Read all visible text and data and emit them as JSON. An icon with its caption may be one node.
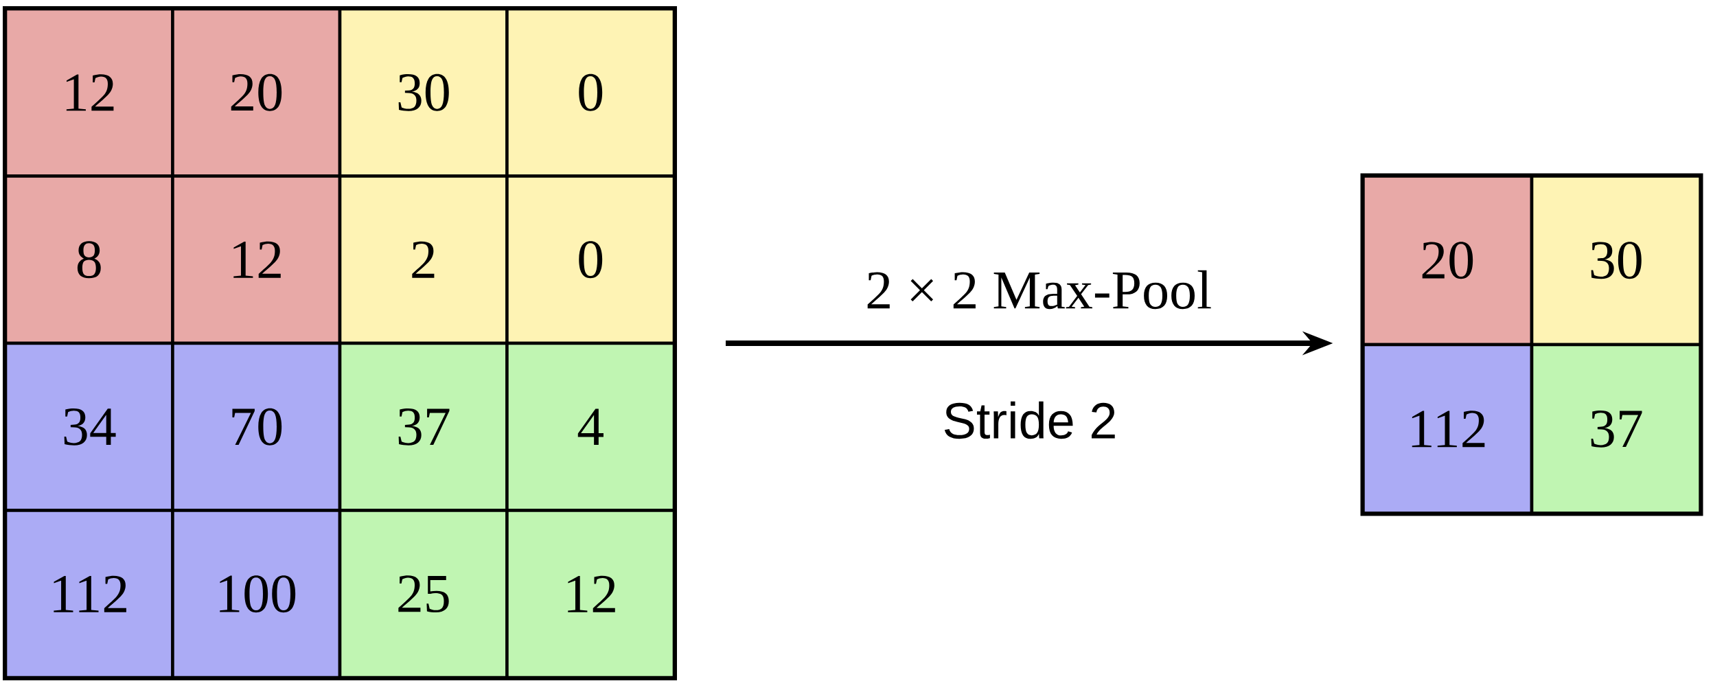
{
  "diagram": {
    "nodes": [
      {
        "text": [],
        "shape": "box"
      },
      {
        "text": [
          "12"
        ],
        "in": 0
      },
      {
        "text": [
          "20"
        ],
        "in": 0
      },
      {
        "text": [
          "30"
        ],
        "in": 0
      },
      {
        "text": [
          "0"
        ],
        "in": 0
      },
      {
        "text": [
          "8"
        ],
        "in": 0
      },
      {
        "text": [
          "12"
        ],
        "in": 0
      },
      {
        "text": [
          "2"
        ],
        "in": 0
      },
      {
        "text": [
          "0"
        ],
        "in": 0
      },
      {
        "text": [
          "34"
        ],
        "in": 0
      },
      {
        "text": [
          "70"
        ],
        "in": 0
      },
      {
        "text": [
          "37"
        ],
        "in": 0
      },
      {
        "text": [
          "4"
        ],
        "in": 0
      },
      {
        "text": [
          "112"
        ],
        "in": 0
      },
      {
        "text": [
          "100"
        ],
        "in": 0
      },
      {
        "text": [
          "25"
        ],
        "in": 0
      },
      {
        "text": [
          "12"
        ],
        "in": 0
      },
      {
        "text": [],
        "shape": "box"
      },
      {
        "text": [
          "20"
        ],
        "in": 17
      },
      {
        "text": [
          "30"
        ],
        "in": 17
      },
      {
        "text": [
          "112"
        ],
        "in": 17
      },
      {
        "text": [
          "37"
        ],
        "in": 17
      }
    ],
    "edges": [
      {
        "from": 0,
        "to": 17,
        "arrow": "to",
        "label": "2 × 2 Max-Pool"
      }
    ],
    "labels": [
      "Stride 2"
    ]
  }
}
